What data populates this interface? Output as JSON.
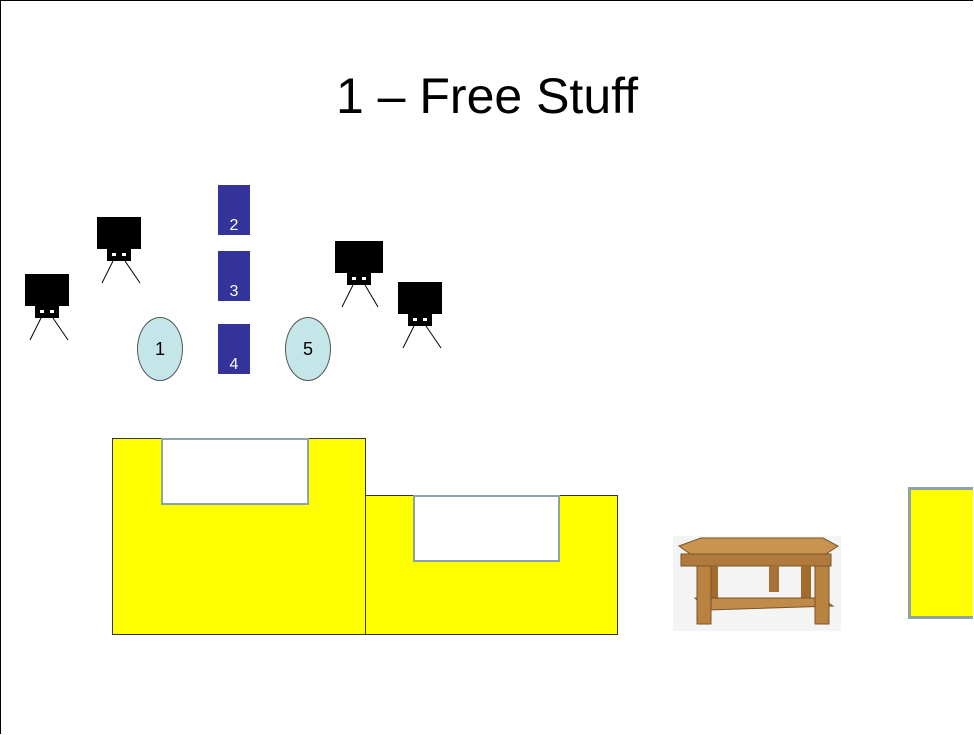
{
  "slide": {
    "title": "1 – Free Stuff"
  },
  "markers": {
    "blocks": [
      "2",
      "3",
      "4"
    ],
    "ovals": [
      "1",
      "5"
    ]
  },
  "icons": {
    "camera": "camera-tripod-icon",
    "table": "coffee-table-image"
  },
  "colors": {
    "stage": "#ffff00",
    "cutout_border": "#8ea3a8",
    "block": "#333399",
    "oval": "#c5e6e8",
    "camera": "#000000"
  }
}
